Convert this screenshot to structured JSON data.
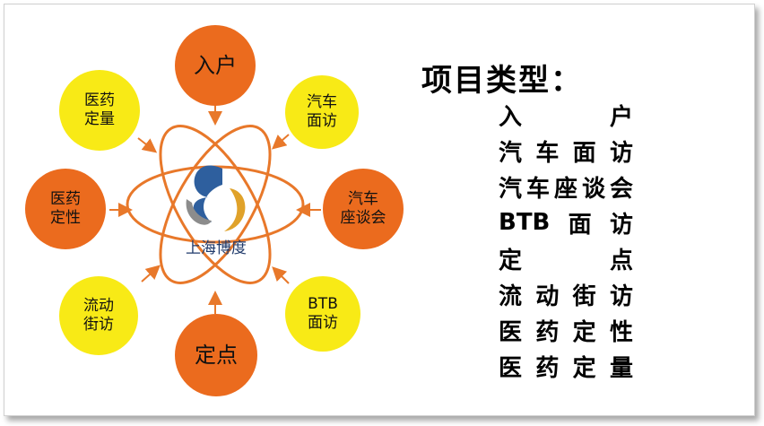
{
  "center_logo": {
    "text": "上海博度",
    "icon": "s-swirl-logo-icon"
  },
  "nodes": [
    {
      "id": "ruhu",
      "lines": [
        "入户"
      ],
      "color": "#eb6b1e"
    },
    {
      "id": "qiche-mianfang",
      "lines": [
        "汽车",
        "面访"
      ],
      "color": "#f8ea16"
    },
    {
      "id": "qiche-zuotanhui",
      "lines": [
        "汽车",
        "座谈会"
      ],
      "color": "#eb6b1e"
    },
    {
      "id": "btb-mianfang",
      "lines": [
        "BTB",
        "面访"
      ],
      "color": "#f8ea16"
    },
    {
      "id": "dingdian",
      "lines": [
        "定点"
      ],
      "color": "#eb6b1e"
    },
    {
      "id": "liudong-jiefang",
      "lines": [
        "流动",
        "街访"
      ],
      "color": "#f8ea16"
    },
    {
      "id": "yiyao-dingxing",
      "lines": [
        "医药",
        "定性"
      ],
      "color": "#eb6b1e"
    },
    {
      "id": "yiyao-dingliang",
      "lines": [
        "医药",
        "定量"
      ],
      "color": "#f8ea16"
    }
  ],
  "panel": {
    "title": "项目类型：",
    "items": [
      "入户",
      "汽车面访",
      "汽车座谈会",
      "BTB面访",
      "定点",
      "流动街访",
      "医药定性",
      "医药定量"
    ]
  },
  "colors": {
    "orange": "#eb6b1e",
    "yellow": "#f8ea16",
    "orbit": "#e8782a",
    "logo_blue": "#2e5f9e",
    "logo_gray": "#8c8c8c",
    "logo_gold": "#e0a22a"
  }
}
